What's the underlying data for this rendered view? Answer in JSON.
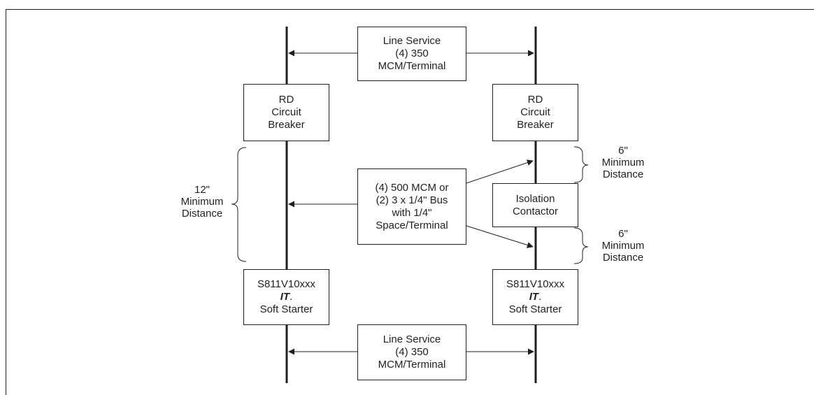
{
  "line_service_top": {
    "line1": "Line Service",
    "line2": "(4) 350",
    "line3": "MCM/Terminal"
  },
  "line_service_bottom": {
    "line1": "Line Service",
    "line2": "(4) 350",
    "line3": "MCM/Terminal"
  },
  "breaker_left": {
    "line1": "RD",
    "line2": "Circuit",
    "line3": "Breaker"
  },
  "breaker_right": {
    "line1": "RD",
    "line2": "Circuit",
    "line3": "Breaker"
  },
  "center_cable": {
    "line1": "(4) 500 MCM or",
    "line2": "(2) 3 x 1/4\" Bus",
    "line3": "with 1/4\"",
    "line4": "Space/Terminal"
  },
  "isolation_contactor": {
    "line1": "Isolation",
    "line2": "Contactor"
  },
  "starter_left": {
    "line1": "S811V10xxx",
    "line2": "IT",
    "line2_suffix": ".",
    "line3": "Soft Starter"
  },
  "starter_right": {
    "line1": "S811V10xxx",
    "line2": "IT",
    "line2_suffix": ".",
    "line3": "Soft Starter"
  },
  "dist_left": {
    "line1": "12\"",
    "line2": "Minimum",
    "line3": "Distance"
  },
  "dist_right_top": {
    "line1": "6\"",
    "line2": "Minimum",
    "line3": "Distance"
  },
  "dist_right_bottom": {
    "line1": "6\"",
    "line2": "Minimum",
    "line3": "Distance"
  },
  "colors": {
    "line": "#231f20",
    "background": "#ffffff"
  }
}
